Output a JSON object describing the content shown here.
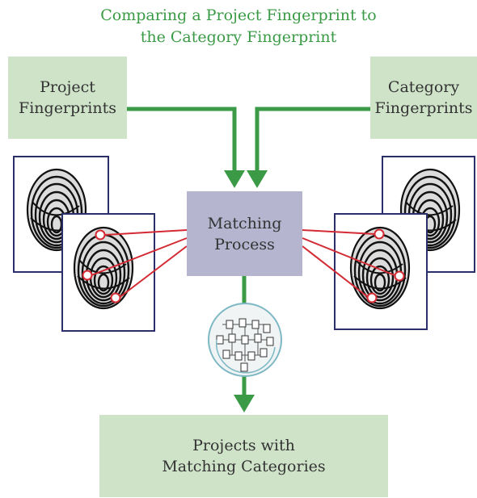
{
  "title": {
    "line1": "Comparing a Project Fingerprint to",
    "line2": "the Category Fingerprint"
  },
  "boxes": {
    "project": {
      "line1": "Project",
      "line2": "Fingerprints"
    },
    "category": {
      "line1": "Category",
      "line2": "Fingerprints"
    },
    "matching": {
      "line1": "Matching",
      "line2": "Process"
    },
    "output": {
      "line1": "Projects with",
      "line2": "Matching Categories"
    }
  },
  "icons": {
    "fingerprint": "fingerprint-icon",
    "network": "network-graph-icon"
  },
  "colors": {
    "title": "#3a9a45",
    "arrow": "#3a9a45",
    "green_box": "#cfe3c9",
    "matching_box": "#b5b5cf",
    "card_border": "#2a2f6a",
    "match_line": "#d42a33"
  }
}
